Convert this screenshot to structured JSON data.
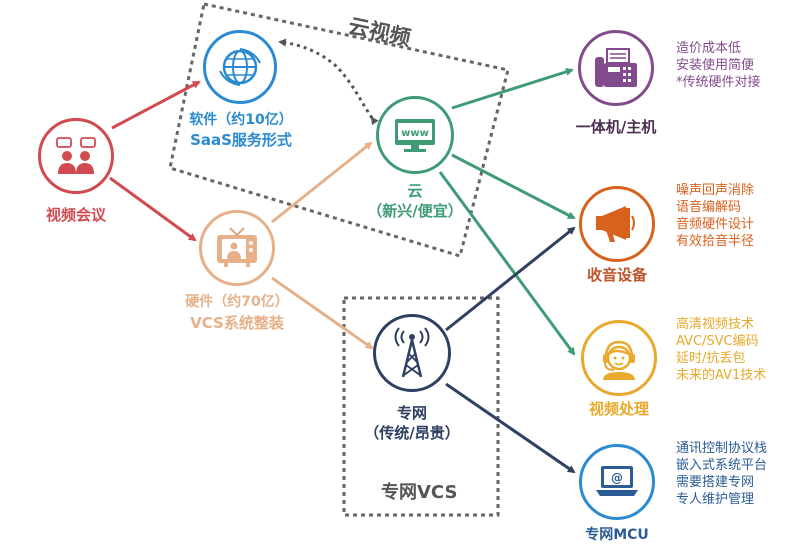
{
  "colors": {
    "red": "#d14a4f",
    "blue": "#2b8ad0",
    "peach": "#e6b189",
    "green": "#3f9b74",
    "navy": "#2f4063",
    "purple": "#834b8d",
    "orange": "#d9611e",
    "gold": "#e8a92c",
    "gray": "#555555"
  },
  "nodes": {
    "video_conf": {
      "label": "视频会议",
      "icon": "meeting-people-icon"
    },
    "software": {
      "line1": "软件（约10亿）",
      "line2": "SaaS服务形式",
      "icon": "globe-icon"
    },
    "hardware": {
      "line1": "硬件（约70亿）",
      "line2": "VCS系统整装",
      "icon": "tv-icon"
    },
    "cloud": {
      "line1": "云",
      "line2": "（新兴/便宜）",
      "icon": "www-monitor-icon"
    },
    "private": {
      "line1": "专网",
      "line2": "（传统/昂贵）",
      "icon": "antenna-tower-icon"
    },
    "allinone": {
      "label": "一体机/主机",
      "icon": "fax-machine-icon",
      "desc": [
        "造价成本低",
        "安装使用简便",
        "*传统硬件对接"
      ]
    },
    "audio": {
      "label": "收音设备",
      "icon": "megaphone-icon",
      "desc": [
        "噪声回声消除",
        "语音编解码",
        "音频硬件设计",
        "有效拾音半径"
      ]
    },
    "video_proc": {
      "label": "视频处理",
      "icon": "headset-operator-icon",
      "desc": [
        "高清视频技术",
        "AVC/SVC编码",
        "延时/抗丢包",
        "未来的AV1技术"
      ]
    },
    "mcu": {
      "label": "专网MCU",
      "icon": "laptop-at-icon",
      "desc": [
        "通讯控制协议栈",
        "嵌入式系统平台",
        "需要搭建专网",
        "专人维护管理"
      ]
    }
  },
  "groups": {
    "cloud_video": "云视频",
    "private_vcs": "专网VCS"
  }
}
